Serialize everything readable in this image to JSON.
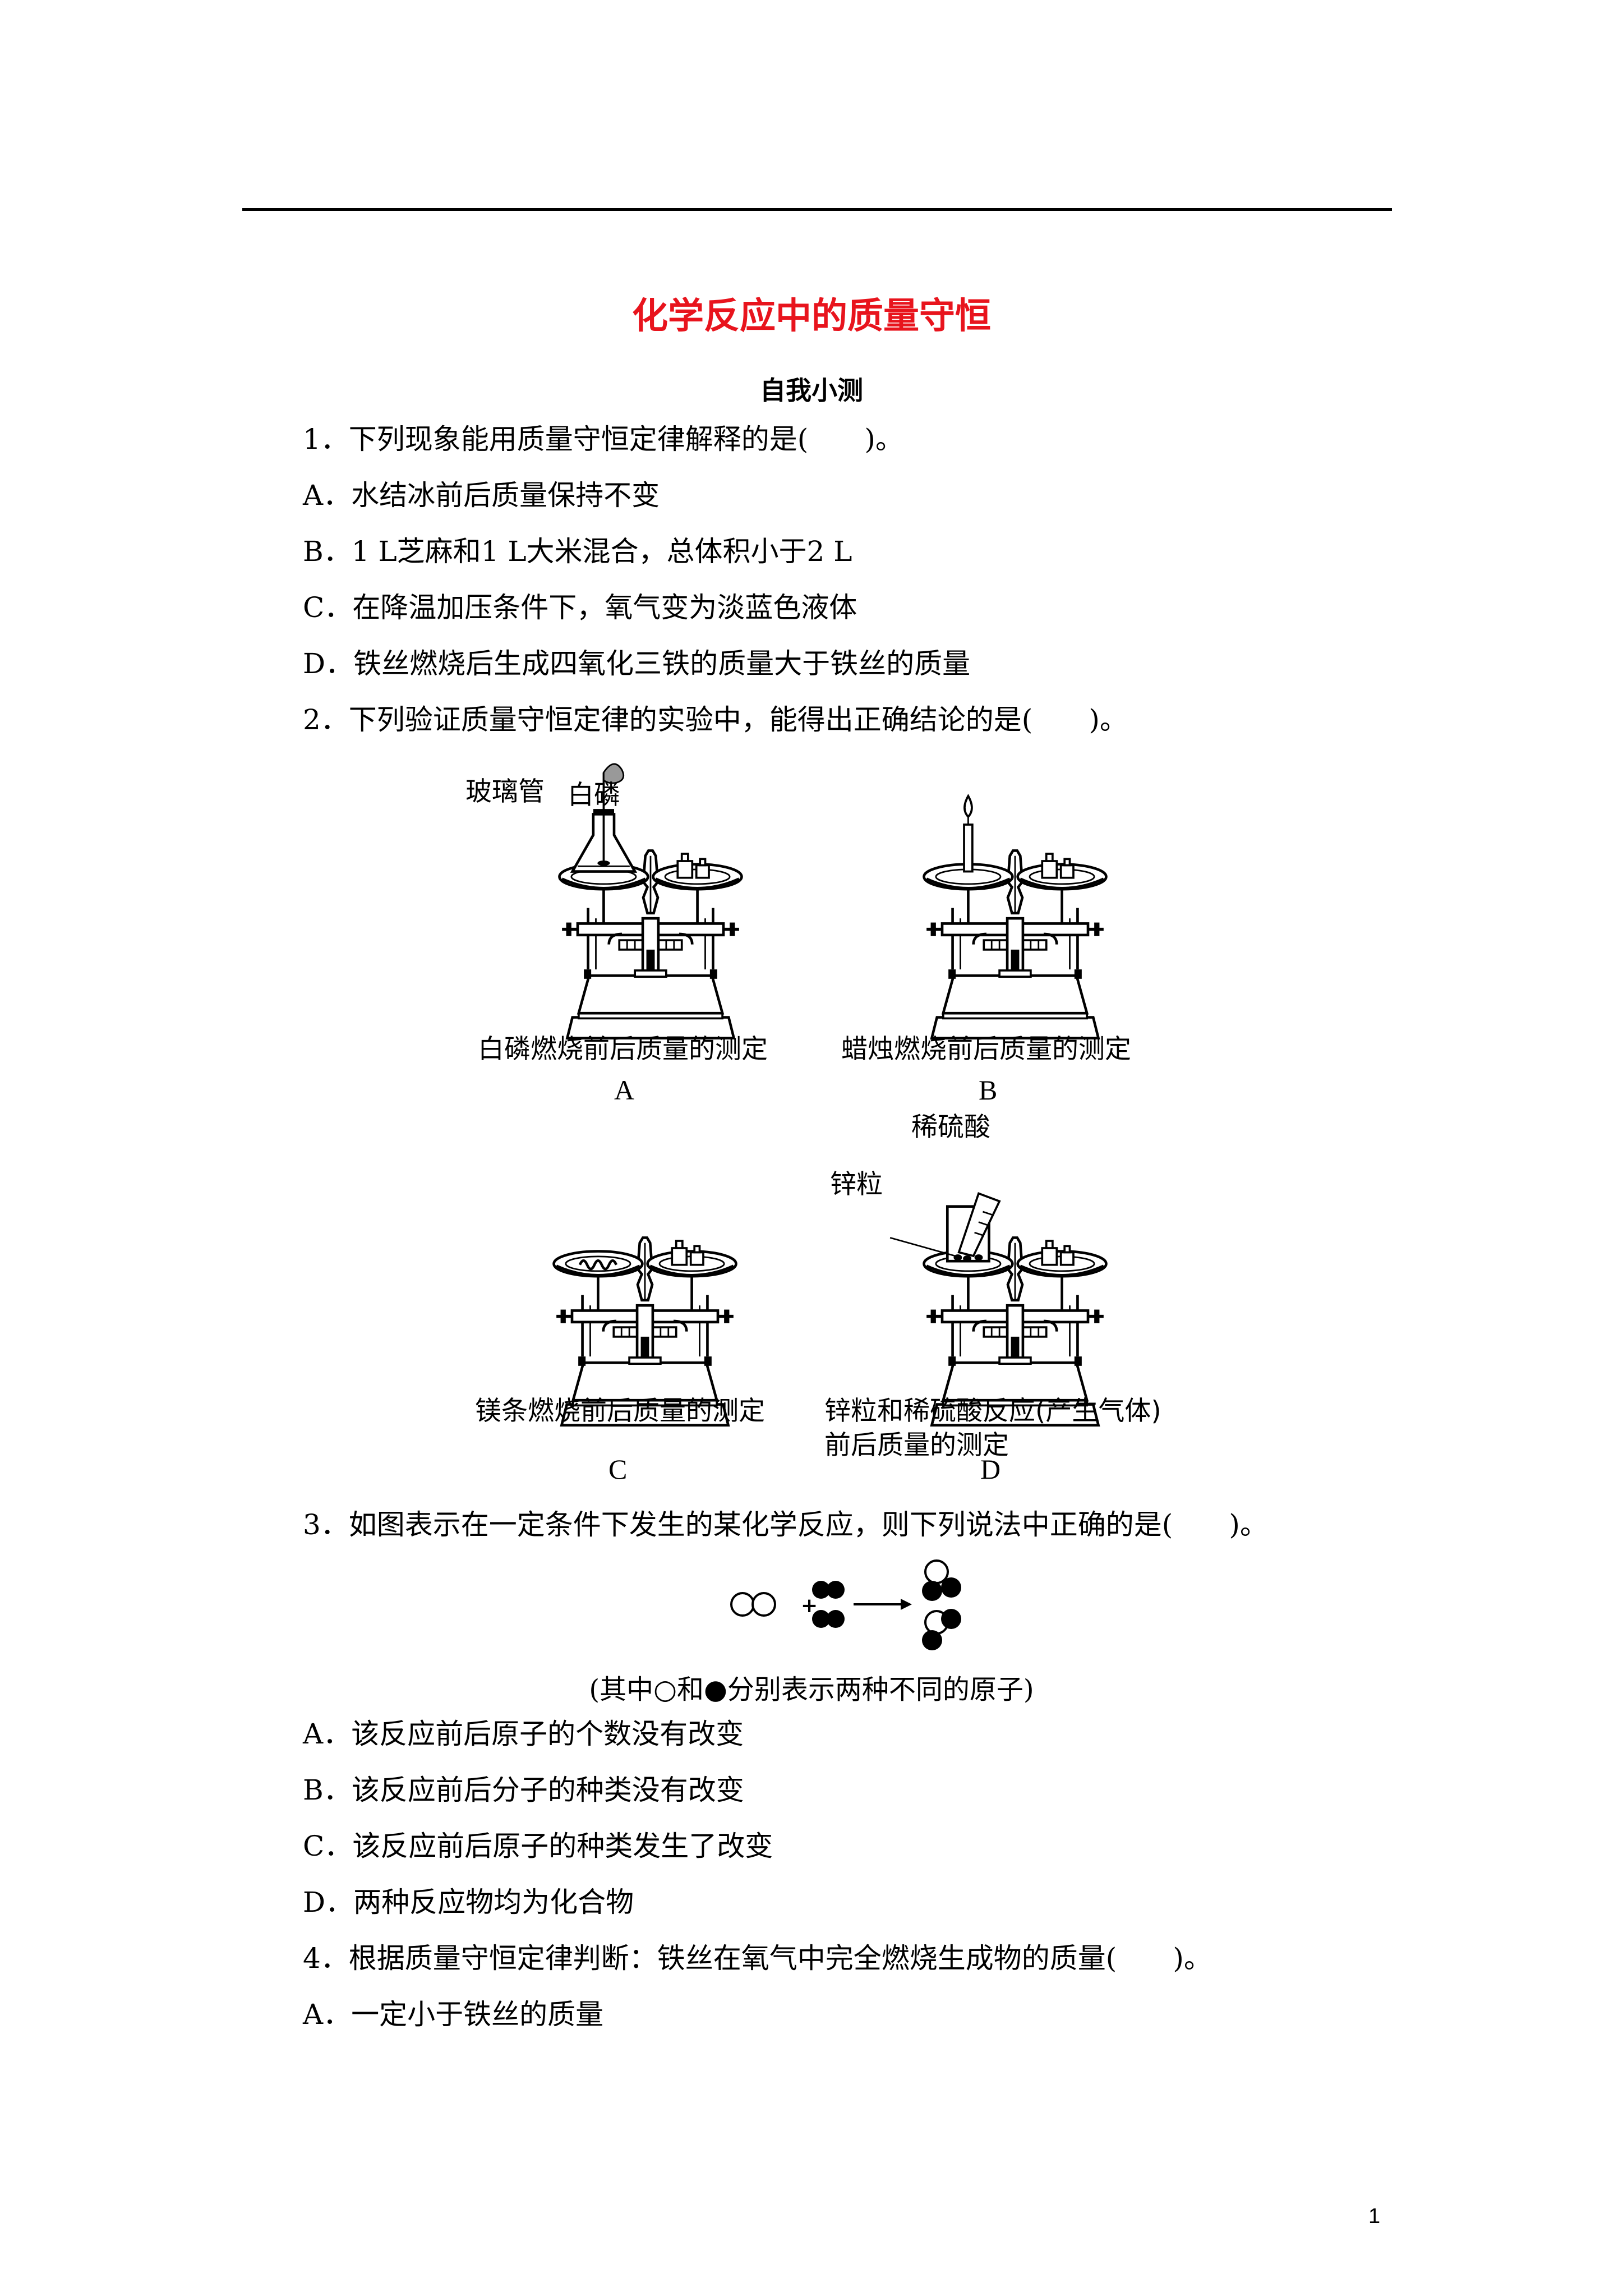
{
  "document": {
    "title": "化学反应中的质量守恒",
    "section_title": "自我小测",
    "page_number": "1"
  },
  "q1": {
    "stem": "1．下列现象能用质量守恒定律解释的是(　　)。",
    "options": [
      "A．水结冰前后质量保持不变",
      "B．1 L芝麻和1 L大米混合，总体积小于2 L",
      "C．在降温加压条件下，氧气变为淡蓝色液体",
      "D．铁丝燃烧后生成四氧化三铁的质量大于铁丝的质量"
    ]
  },
  "q2": {
    "stem": "2．下列验证质量守恒定律的实验中，能得出正确结论的是(　　)。",
    "figures": [
      {
        "letter": "A",
        "caption": "白磷燃烧前后质量的测定",
        "labels": [
          "玻璃管",
          "白磷"
        ]
      },
      {
        "letter": "B",
        "caption": "蜡烛燃烧前后质量的测定",
        "labels": []
      },
      {
        "letter": "C",
        "caption": "镁条燃烧前后质量的测定",
        "labels": []
      },
      {
        "letter": "D",
        "caption_line1": "锌粒和稀硫酸反应(产生气体)",
        "caption_line2": "前后质量的测定",
        "labels": [
          "稀硫酸",
          "锌粒"
        ]
      }
    ]
  },
  "q3": {
    "stem": "3．如图表示在一定条件下发生的某化学反应，则下列说法中正确的是(　　)。",
    "diagram_plus": "+",
    "note": "(其中○和●分别表示两种不同的原子)",
    "options": [
      "A．该反应前后原子的个数没有改变",
      "B．该反应前后分子的种类没有改变",
      "C．该反应前后原子的种类发生了改变",
      "D．两种反应物均为化合物"
    ]
  },
  "q4": {
    "stem": "4．根据质量守恒定律判断：铁丝在氧气中完全燃烧生成物的质量(　　)。",
    "options": [
      "A．一定小于铁丝的质量"
    ]
  }
}
